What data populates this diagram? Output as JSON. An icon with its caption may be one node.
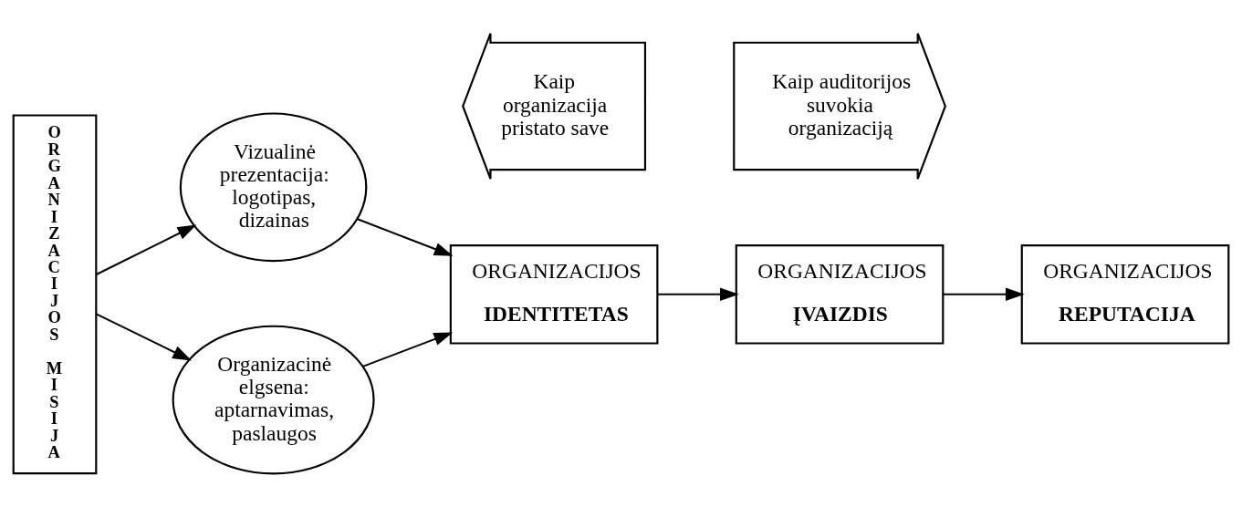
{
  "diagram": {
    "nodes": [
      {
        "text": [
          "ORGANIZACIJOS MISIJA"
        ]
      },
      {
        "text": [
          "Vizualinė prezentacija: logotipas, dizainas"
        ]
      },
      {
        "text": [
          "Organizacinė elgsena: aptarnavimas, paslaugos"
        ]
      },
      {
        "text": [
          "ORGANIZACIJOS",
          "IDENTITETAS"
        ]
      },
      {
        "text": [
          "ORGANIZACIJOS",
          "ĮVAIZDIS"
        ]
      },
      {
        "text": [
          "ORGANIZACIJOS",
          "REPUTACIJA"
        ]
      },
      {
        "text": [
          "Kaip organizacija pristato save"
        ]
      },
      {
        "text": [
          "Kaip auditorijos suvokia organizaciją"
        ]
      }
    ],
    "edges": [
      {
        "from": 0,
        "to": 1,
        "arrow": "to"
      },
      {
        "from": 0,
        "to": 2,
        "arrow": "to"
      },
      {
        "from": 1,
        "to": 3,
        "arrow": "to"
      },
      {
        "from": 2,
        "to": 3,
        "arrow": "to"
      },
      {
        "from": 3,
        "to": 4,
        "arrow": "to"
      },
      {
        "from": 4,
        "to": 5,
        "arrow": "to"
      }
    ]
  }
}
